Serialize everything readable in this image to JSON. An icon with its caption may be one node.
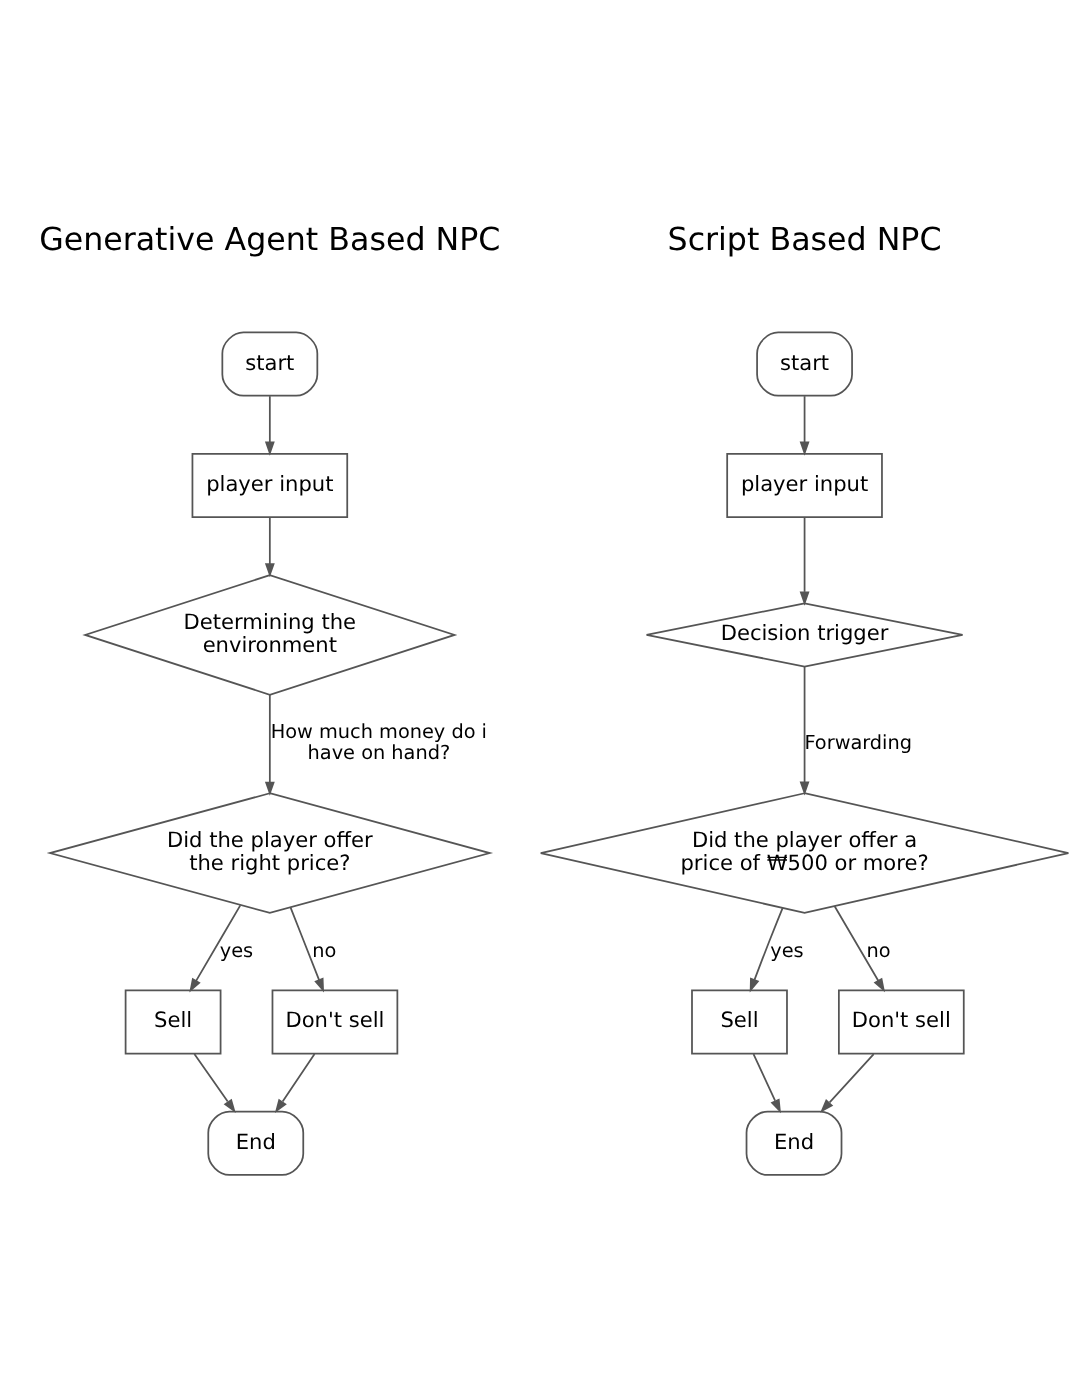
{
  "diagram": {
    "nodes": [
      {
        "text": [
          "start"
        ]
      },
      {
        "text": [
          "player input"
        ]
      },
      {
        "text": [
          "Determining the environment"
        ]
      },
      {
        "text": [
          "Did the player offer the right price?"
        ]
      },
      {
        "text": [
          "Sell"
        ]
      },
      {
        "text": [
          "Don't sell"
        ]
      },
      {
        "text": [
          "End"
        ]
      },
      {
        "text": [
          "start"
        ]
      },
      {
        "text": [
          "player input"
        ]
      },
      {
        "text": [
          "Decision trigger"
        ]
      },
      {
        "text": [
          "Did the player offer a price of ₩500 or more?"
        ]
      },
      {
        "text": [
          "Sell"
        ]
      },
      {
        "text": [
          "Don't sell"
        ]
      },
      {
        "text": [
          "End"
        ]
      }
    ],
    "edges": [
      {
        "from": 0,
        "to": 1,
        "arrow": "to"
      },
      {
        "from": 1,
        "to": 2,
        "arrow": "to"
      },
      {
        "from": 2,
        "to": 3,
        "arrow": "to",
        "label": "How much money do i have on hand?"
      },
      {
        "from": 3,
        "to": 4,
        "arrow": "to",
        "label": "yes"
      },
      {
        "from": 3,
        "to": 5,
        "arrow": "to",
        "label": "no"
      },
      {
        "from": 4,
        "to": 6,
        "arrow": "to"
      },
      {
        "from": 5,
        "to": 6,
        "arrow": "to"
      },
      {
        "from": 7,
        "to": 8,
        "arrow": "to"
      },
      {
        "from": 8,
        "to": 9,
        "arrow": "to"
      },
      {
        "from": 9,
        "to": 10,
        "arrow": "to",
        "label": "Forwarding"
      },
      {
        "from": 10,
        "to": 11,
        "arrow": "to",
        "label": "yes"
      },
      {
        "from": 10,
        "to": 12,
        "arrow": "to",
        "label": "no"
      },
      {
        "from": 11,
        "to": 13,
        "arrow": "to"
      },
      {
        "from": 12,
        "to": 13,
        "arrow": "to"
      }
    ],
    "labels": [
      "Generative Agent Based NPC",
      "Script Based NPC"
    ]
  }
}
